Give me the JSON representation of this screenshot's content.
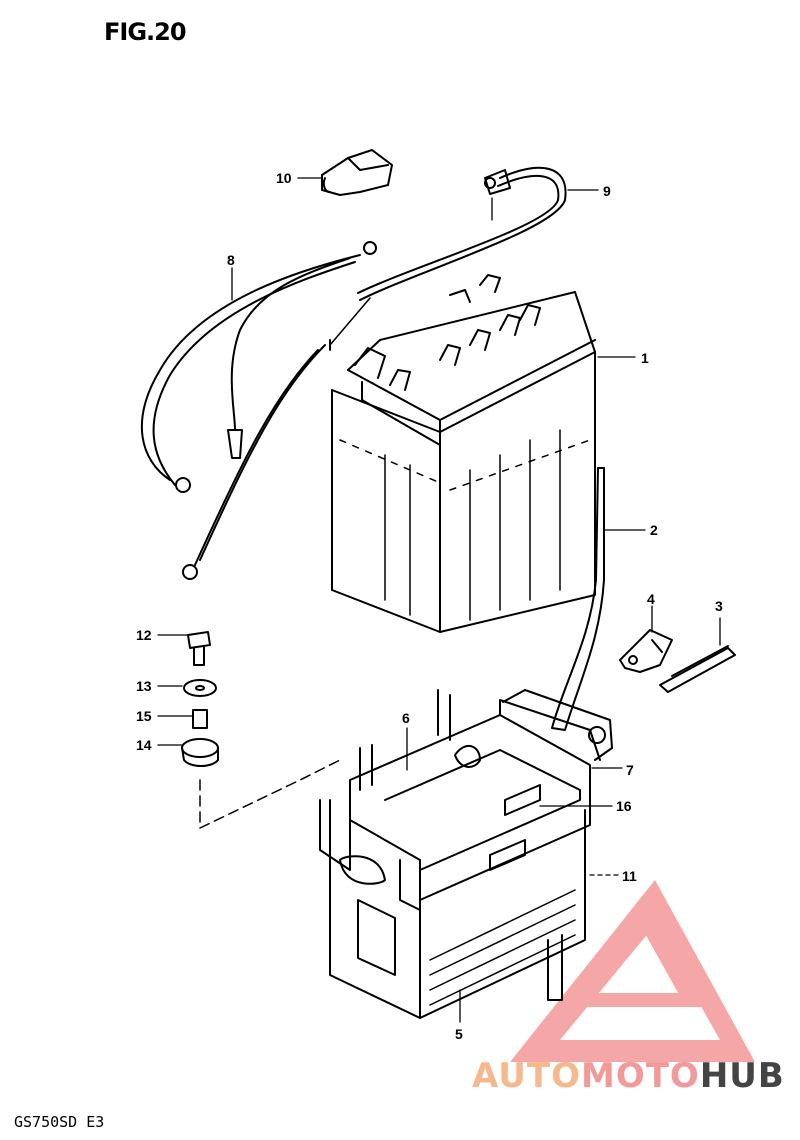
{
  "figure": {
    "title": "FIG.20",
    "model": "GS750SD E3"
  },
  "callouts": [
    {
      "id": "1",
      "label": "1"
    },
    {
      "id": "2",
      "label": "2"
    },
    {
      "id": "3",
      "label": "3"
    },
    {
      "id": "4",
      "label": "4"
    },
    {
      "id": "5",
      "label": "5"
    },
    {
      "id": "6",
      "label": "6"
    },
    {
      "id": "7",
      "label": "7"
    },
    {
      "id": "8",
      "label": "8"
    },
    {
      "id": "9",
      "label": "9"
    },
    {
      "id": "10",
      "label": "10"
    },
    {
      "id": "11",
      "label": "11"
    },
    {
      "id": "12",
      "label": "12"
    },
    {
      "id": "13",
      "label": "13"
    },
    {
      "id": "14",
      "label": "14"
    },
    {
      "id": "15",
      "label": "15"
    },
    {
      "id": "16",
      "label": "16"
    }
  ],
  "watermark": {
    "part1": "AUTO",
    "part2": "MOTO",
    "part3": "HUB",
    "color": "#f28a8a"
  }
}
